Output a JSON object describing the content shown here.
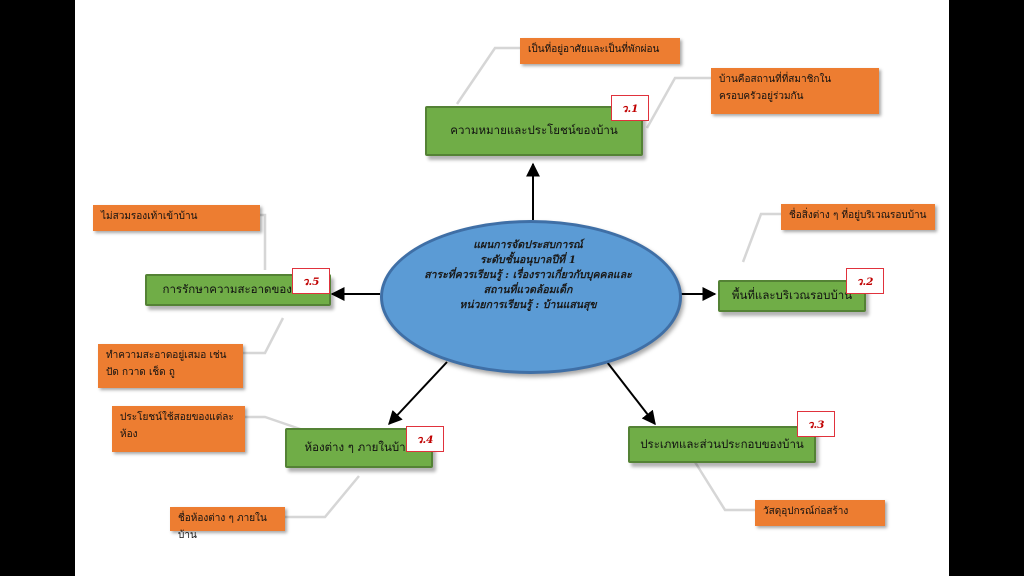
{
  "center": {
    "lines": [
      "แผนการจัดประสบการณ์",
      "ระดับชั้นอนุบาลปีที่ 1",
      "สาระที่ควรเรียนรู้ : เรื่องราวเกี่ยวกับบุคคลและ",
      "สถานที่แวดล้อมเด็ก",
      "หน่วยการเรียนรู้ : บ้านแสนสุข"
    ]
  },
  "nodes": {
    "n1": {
      "label": "ความหมายและประโยชน์ของบ้าน",
      "tag": "ว.1"
    },
    "n2": {
      "label": "พื้นที่และบริเวณรอบบ้าน",
      "tag": "ว.2"
    },
    "n3": {
      "label": "ประเภทและส่วนประกอบของบ้าน",
      "tag": "ว.3"
    },
    "n4": {
      "label": "ห้องต่าง ๆ ภายในบ้าน",
      "tag": "ว.4"
    },
    "n5": {
      "label": "การรักษาความสะอาดของบ้าน",
      "tag": "ว.5"
    }
  },
  "notes": {
    "n1a": "เป็นที่อยู่อาศัยและเป็นที่พักผ่อน",
    "n1b": "บ้านคือสถานที่ที่สมาชิกในครอบครัวอยู่ร่วมกัน",
    "n2a": "ชื่อสิ่งต่าง ๆ ที่อยู่บริเวณรอบบ้าน",
    "n3a": "วัสดุอุปกรณ์ก่อสร้าง",
    "n4a": "ประโยชน์ใช้สอยของแต่ละห้อง",
    "n4b": "ชื่อห้องต่าง ๆ ภายในบ้าน",
    "n5a": "ไม่สวมรองเท้าเข้าบ้าน",
    "n5b": "ทำความสะอาดอยู่เสมอ เช่นปัด กวาด เช็ด ถู"
  },
  "colors": {
    "ellipse": "#5b9bd5",
    "node": "#70ad47",
    "note": "#ed7d31",
    "tag_border": "#e0323c"
  }
}
